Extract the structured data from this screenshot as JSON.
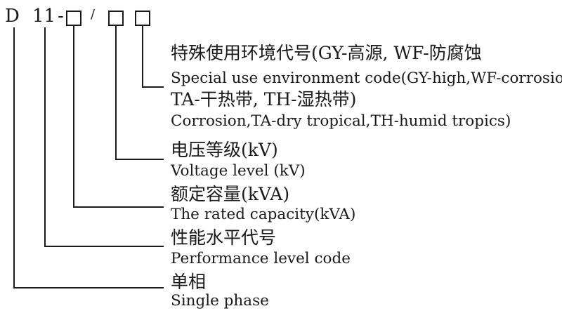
{
  "model_code": {
    "prefix": "D",
    "level": "11",
    "dash": "-",
    "slash": "/"
  },
  "items": [
    {
      "cn": "特殊使用环境代号(GY-高源, WF-防腐蚀",
      "en": "Special use environment code(GY-high,WF-corrosion",
      "cn2": "TA-干热带, TH-湿热带)",
      "en2": "Corrosion,TA-dry tropical,TH-humid tropics)"
    },
    {
      "cn": "电压等级(kV)",
      "en": "Voltage level (kV)"
    },
    {
      "cn": "额定容量(kVA)",
      "en": "The rated capacity(kVA)"
    },
    {
      "cn": "性能水平代号",
      "en": "Performance level code"
    },
    {
      "cn": "单相",
      "en": "Single phase"
    }
  ],
  "colors": {
    "line": "#1a1a1a",
    "text": "#1a1a1a",
    "background": "#ffffff"
  }
}
